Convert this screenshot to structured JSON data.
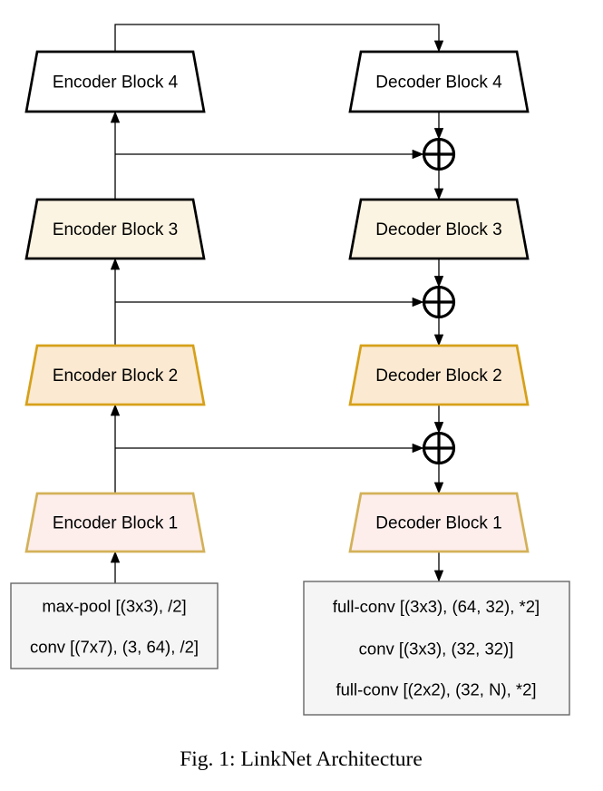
{
  "figure": {
    "caption": "Fig. 1: LinkNet Architecture"
  },
  "encoder": {
    "block4": "Encoder Block 4",
    "block3": "Encoder Block 3",
    "block2": "Encoder Block 2",
    "block1": "Encoder Block 1",
    "input_ops": {
      "line1": "max-pool [(3x3), /2]",
      "line2": "conv [(7x7), (3, 64), /2]"
    }
  },
  "decoder": {
    "block4": "Decoder Block 4",
    "block3": "Decoder Block 3",
    "block2": "Decoder Block 2",
    "block1": "Decoder Block 1",
    "output_ops": {
      "line1": "full-conv [(3x3), (64, 32), *2]",
      "line2": "conv [(3x3), (32, 32)]",
      "line3": "full-conv [(2x2), (32, N), *2]"
    }
  },
  "icons": {
    "add": "circle-plus-icon"
  },
  "colors": {
    "line": "#000000",
    "level4_fill": "#ffffff",
    "level3_fill": "#fcf4e2",
    "level2_fill": "#fbe9d1",
    "level1_fill": "#fdeeec",
    "black_stroke": "#000000",
    "level2_stroke": "#d6a019",
    "level1_stroke": "#d3b159",
    "ops_box_fill": "#f5f5f5",
    "ops_box_stroke": "#666666",
    "add_node_fill": "#ffffff"
  }
}
